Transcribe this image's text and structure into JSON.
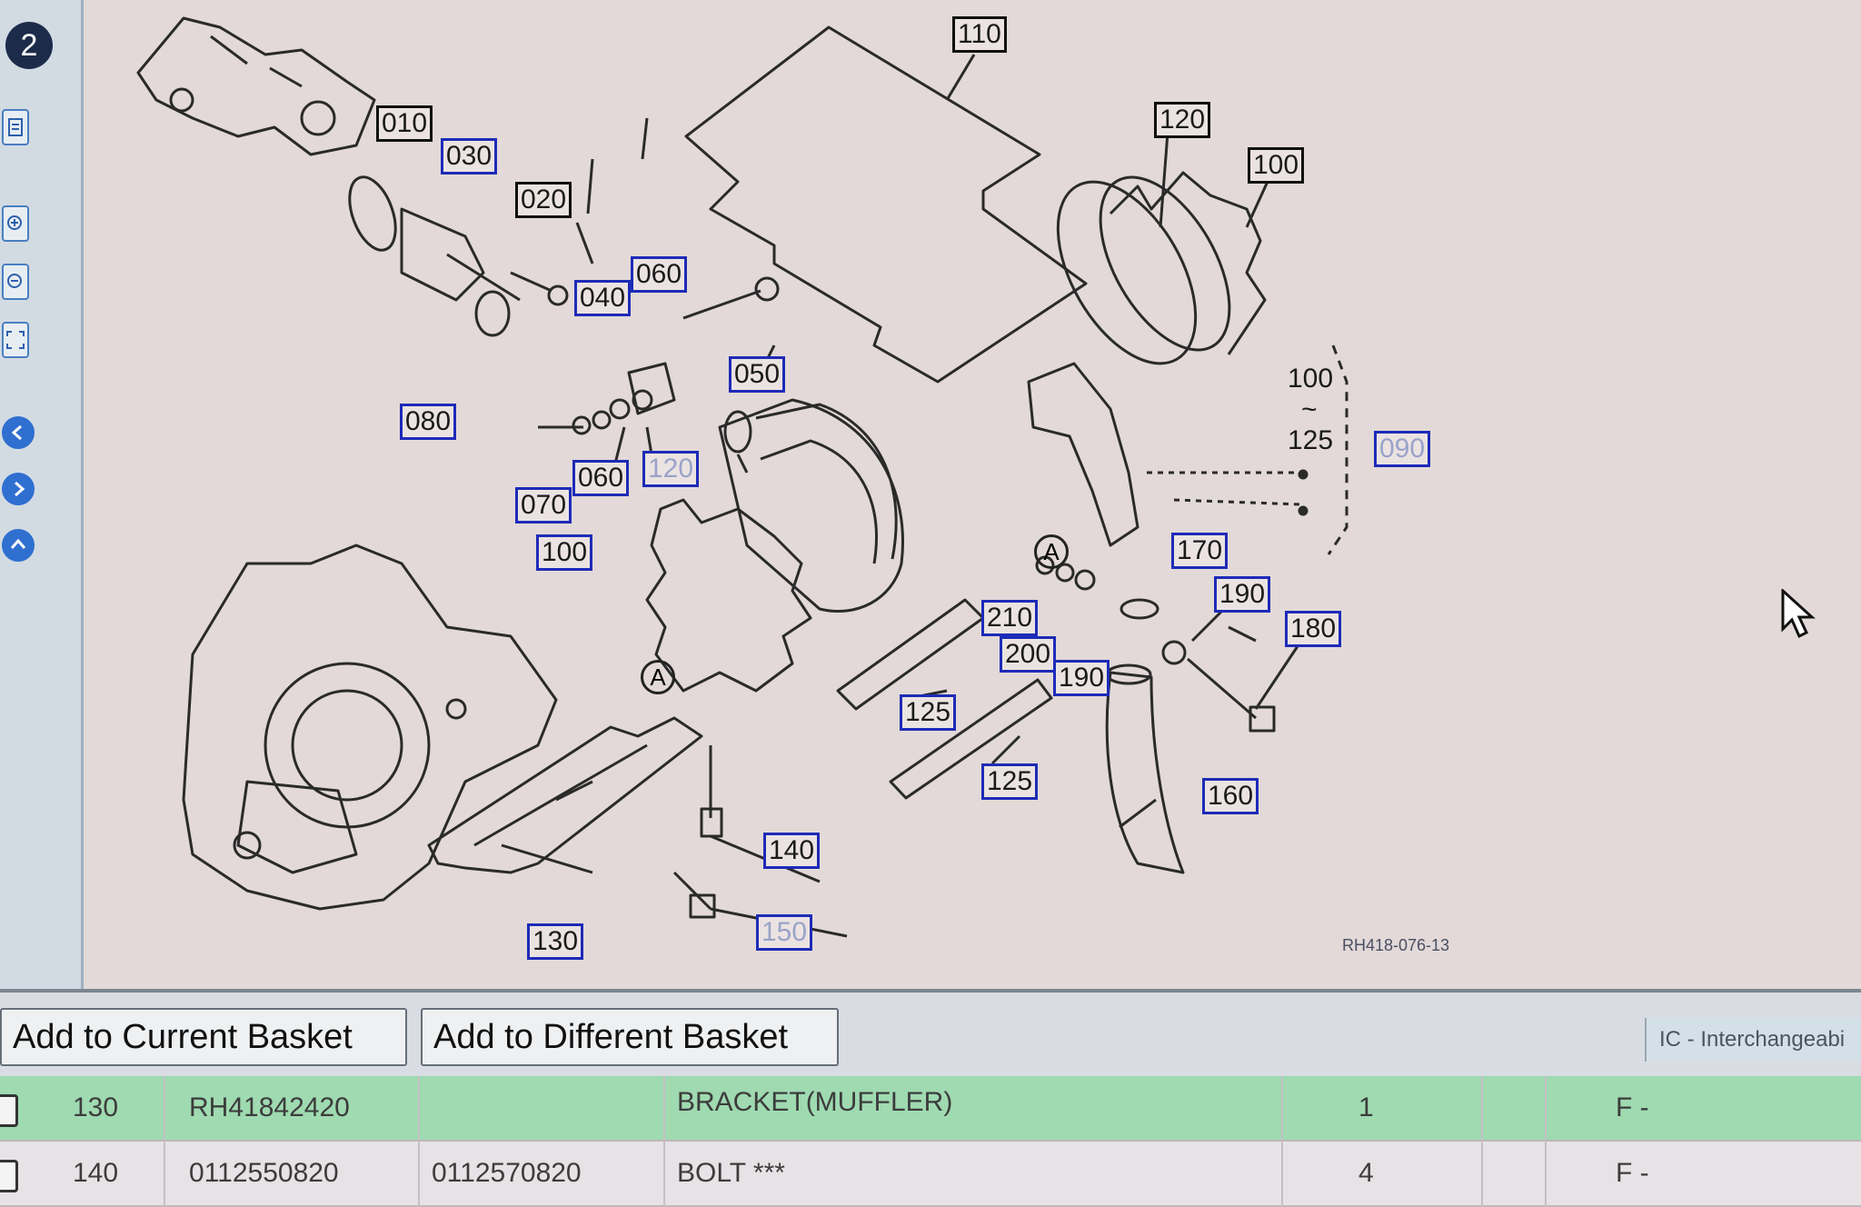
{
  "toolbar": {
    "page_badge": "2",
    "buttons": [
      "print-icon",
      "zoom-in-icon",
      "zoom-out-icon",
      "fit-to-screen-icon",
      "previous-page-icon",
      "next-page-icon",
      "up-icon"
    ]
  },
  "diagram": {
    "callouts": {
      "c110": "110",
      "c010": "010",
      "c030": "030",
      "c020": "020",
      "c060a": "060",
      "c040": "040",
      "c050": "050",
      "c080": "080",
      "c060b": "060",
      "c070": "070",
      "c120a": "120",
      "c120b": "120",
      "c100a": "100",
      "c100b": "100",
      "c090": "090",
      "c170": "170",
      "c190a": "190",
      "c190b": "190",
      "c180": "180",
      "c210": "210",
      "c200": "200",
      "c125a": "125",
      "c125b": "125",
      "c160": "160",
      "c140": "140",
      "c150": "150",
      "c130": "130"
    },
    "range_label": {
      "from": "100",
      "tilde": "~",
      "to": "125"
    },
    "reference_marks": {
      "a1": "A",
      "a2": "A"
    },
    "figure_code": "RH418-076-13"
  },
  "actions": {
    "add_current": "Add to Current Basket",
    "add_different": "Add to Different Basket",
    "ic_label": "IC - Interchangeabi"
  },
  "parts": [
    {
      "ref": "130",
      "part_no": "RH41842420",
      "alt_part_no": "",
      "description": "BRACKET(MUFFLER)",
      "qty": "1",
      "flag": "F -",
      "selected": true
    },
    {
      "ref": "140",
      "part_no": "0112550820",
      "alt_part_no": "0112570820",
      "description": "BOLT ***",
      "qty": "4",
      "flag": "F -",
      "selected": false
    }
  ],
  "colors": {
    "callout_border": "#1d2bb7",
    "selected_row": "#9fdab1",
    "nav_button": "#2f6fd0"
  }
}
